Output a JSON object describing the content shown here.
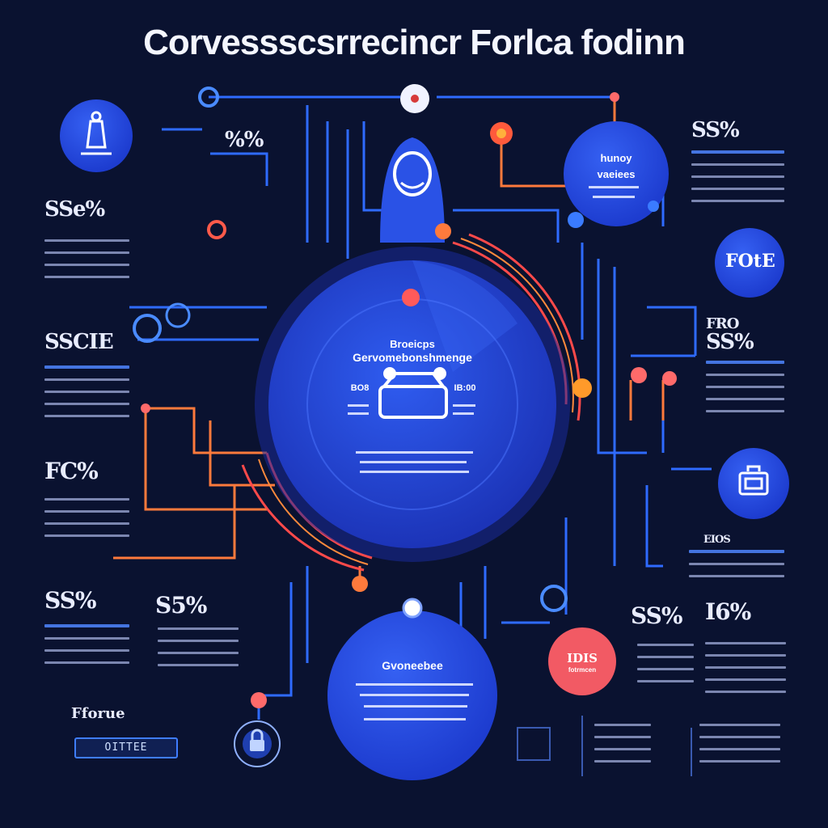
{
  "title": "Corvessscsrrecincr Forlca fodinn",
  "hub": {
    "heading": "Broeicps",
    "subheading": "Gervomebonshmenge",
    "left_value": "BO8",
    "right_value": "IB:00"
  },
  "bottom_node": {
    "label": "Gvoneebee"
  },
  "top_right_node": {
    "line1": "hunoy",
    "line2": "vaeiees"
  },
  "right_node": {
    "label": "FOtE"
  },
  "red_node": {
    "line1": "IDIS",
    "line2": "fotrmcen"
  },
  "stats": {
    "left_1": "SSe%",
    "left_2": "SSCIE",
    "left_3": "FC%",
    "left_4": "SS%",
    "mid_left": "S5%",
    "top_left": "%%",
    "top_right": "SS%",
    "right_1": "SS%",
    "right_1_sub": "FRO",
    "right_2": "SS%",
    "right_3": "I6%"
  },
  "small_label": "EIOS",
  "footer": {
    "label": "Fforue",
    "button": "OITTEE"
  },
  "colors": {
    "background": "#0a1230",
    "node_blue": "#2a52e6",
    "hub_blue": "#2a4fe0",
    "line_blue": "#2f6bff",
    "line_orange": "#ff7a3c",
    "line_red": "#ff4a4a",
    "node_red": "#f25a64"
  },
  "icons": [
    "monument-icon",
    "robot-icon",
    "car-icon",
    "monitor-icon",
    "lock-icon",
    "gear-icon"
  ]
}
